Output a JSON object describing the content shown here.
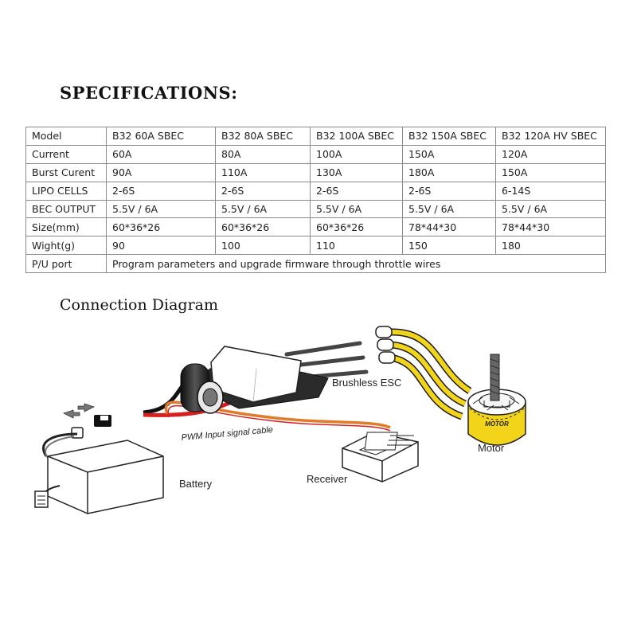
{
  "specifications": {
    "title": "SPECIFICATIONS:",
    "rows": [
      {
        "label": "Model",
        "cells": [
          "B32 60A SBEC",
          "B32 80A SBEC",
          "B32 100A SBEC",
          "B32 150A SBEC",
          "B32 120A HV SBEC"
        ]
      },
      {
        "label": "Current",
        "cells": [
          "60A",
          "80A",
          "100A",
          "150A",
          "120A"
        ]
      },
      {
        "label": "Burst Curent",
        "cells": [
          "90A",
          "110A",
          "130A",
          "180A",
          "150A"
        ]
      },
      {
        "label": "LIPO CELLS",
        "cells": [
          "2-6S",
          "2-6S",
          "2-6S",
          "2-6S",
          "6-14S"
        ]
      },
      {
        "label": "BEC OUTPUT",
        "cells": [
          "5.5V / 6A",
          "5.5V / 6A",
          "5.5V / 6A",
          "5.5V / 6A",
          "5.5V / 6A"
        ]
      },
      {
        "label": "Size(mm)",
        "cells": [
          "60*36*26",
          "60*36*26",
          "60*36*26",
          "78*44*30",
          "78*44*30"
        ]
      },
      {
        "label": "Wight(g)",
        "cells": [
          "90",
          "100",
          "110",
          "150",
          "180"
        ]
      }
    ],
    "pu_port": {
      "label": "P/U port",
      "value": "Program parameters and upgrade firmware through throttle wires"
    }
  },
  "connection_diagram": {
    "title": "Connection Diagram",
    "labels": {
      "esc": "Brushless ESC",
      "motor": "Motor",
      "motor_marking": "MOTOR",
      "pwm_cable": "PWM Input signal cable",
      "receiver": "Receiver",
      "battery": "Battery"
    },
    "colors": {
      "motor_wires": "#f2d41a",
      "battery_wire_red": "#d62020",
      "signal_wire": "#e07b2a"
    }
  }
}
